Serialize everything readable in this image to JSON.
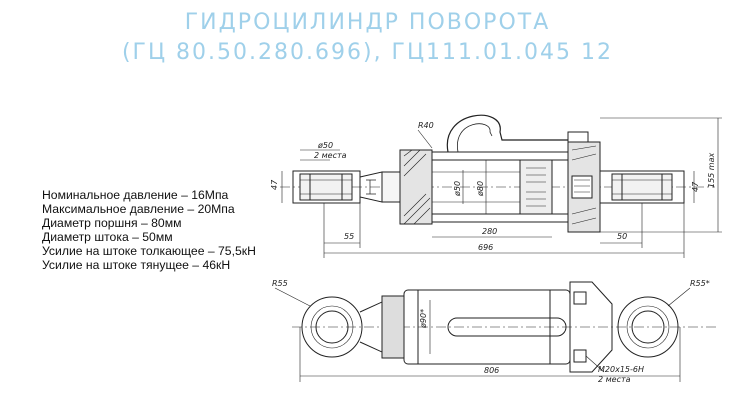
{
  "title": {
    "line1": "ГИДРОЦИЛИНДР ПОВОРОТА",
    "line2": "(ГЦ 80.50.280.696), ГЦ111.01.045 12"
  },
  "specs": [
    "Номинальное давление – 16Мпа",
    "Максимальное давление – 20Мпа",
    "Диаметр поршня – 80мм",
    "Диаметр штока – 50мм",
    "Усилие на штоке толкающее – 75,5кН",
    "Усилие на штоке тянущее – 46кН"
  ],
  "drawing": {
    "top_view": {
      "r40": "R40",
      "dia50_left": "ø50",
      "two_places": "2 места",
      "h47_left": "47",
      "h47_right": "47",
      "dia50_rod": "ø50",
      "dia80": "ø80",
      "d55": "55",
      "d280": "280",
      "d696": "696",
      "d50": "50",
      "d155max": "155 max"
    },
    "bottom_view": {
      "r55_left": "R55",
      "r55_right": "R55*",
      "dia90": "ø90*",
      "thread": "М20х15-6Н",
      "thread_places": "2 места",
      "d806": "806"
    }
  }
}
